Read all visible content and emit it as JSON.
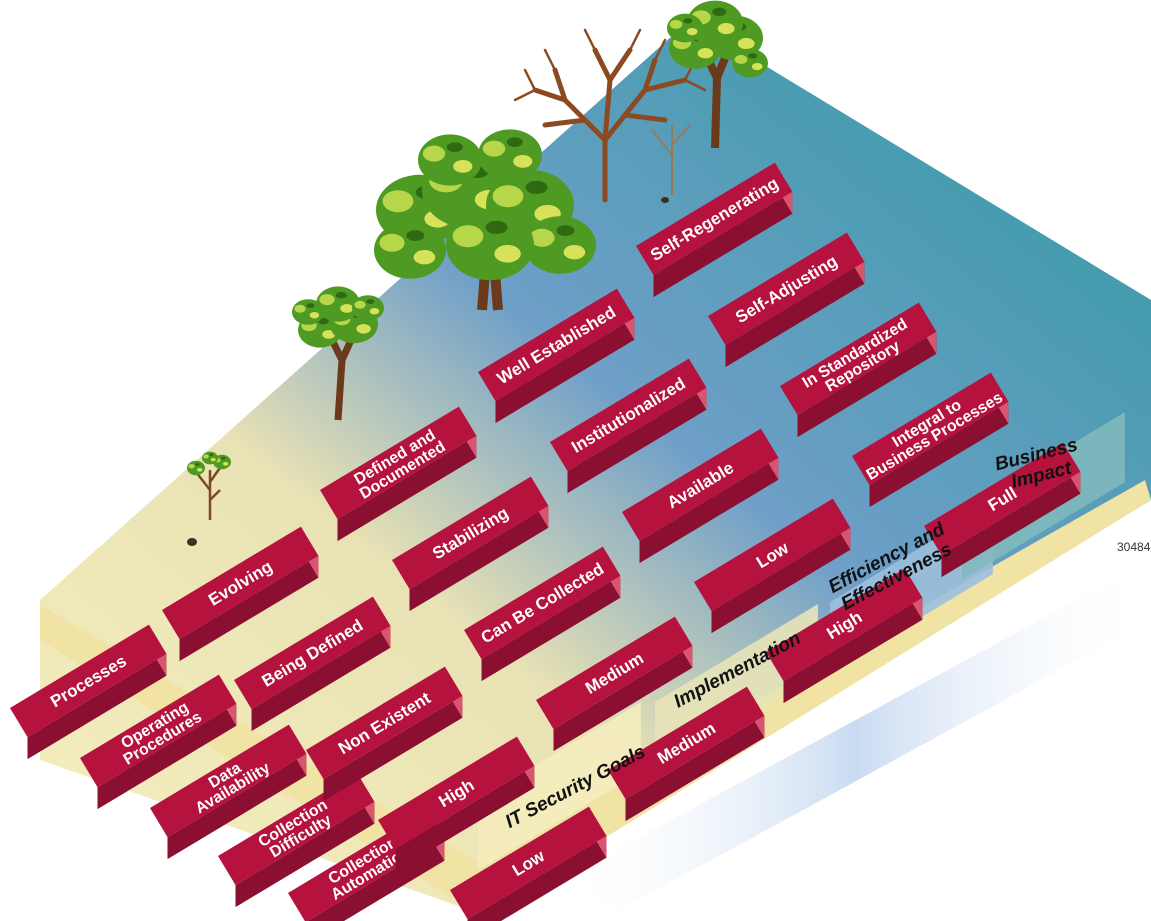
{
  "row_headers": [
    "Processes",
    [
      "Operating",
      "Procedures"
    ],
    [
      "Data",
      "Availability"
    ],
    [
      "Collection",
      "Difficulty"
    ],
    [
      "Collection",
      "Automation"
    ]
  ],
  "phases": [
    [
      "IT Security Goals"
    ],
    [
      "Implementation"
    ],
    [
      "Efficiency and",
      "Effectiveness"
    ],
    [
      "Business",
      "Impact"
    ]
  ],
  "levels": {
    "goals": [
      "Evolving",
      "Being Defined",
      "Non Existent",
      "High",
      "Low"
    ],
    "implementation": [
      [
        "Defined and",
        "Documented"
      ],
      "Stabilizing",
      "Can Be Collected",
      "Medium",
      "Medium"
    ],
    "efficiency": [
      "Well Established",
      "Institutionalized",
      "Available",
      "Low",
      "High"
    ],
    "impact": [
      "Self-Regenerating",
      "Self-Adjusting",
      [
        "In Standardized",
        "Repository"
      ],
      [
        "Integral to",
        "Business Processes"
      ],
      "Full"
    ]
  },
  "figure_id": "30484",
  "colors": {
    "label_strip": "#b5123e",
    "strip_side": "#8a0f30",
    "step_goals": "#f6efbe",
    "step_implementation": "#f3e7ad",
    "step_efficiency": "#6f9fc8",
    "step_impact": "#3a9da4"
  },
  "icons": [
    "sapling-icon",
    "small-tree-icon",
    "bushy-tree-icon",
    "bare-tree-icon",
    "tall-tree-icon"
  ]
}
